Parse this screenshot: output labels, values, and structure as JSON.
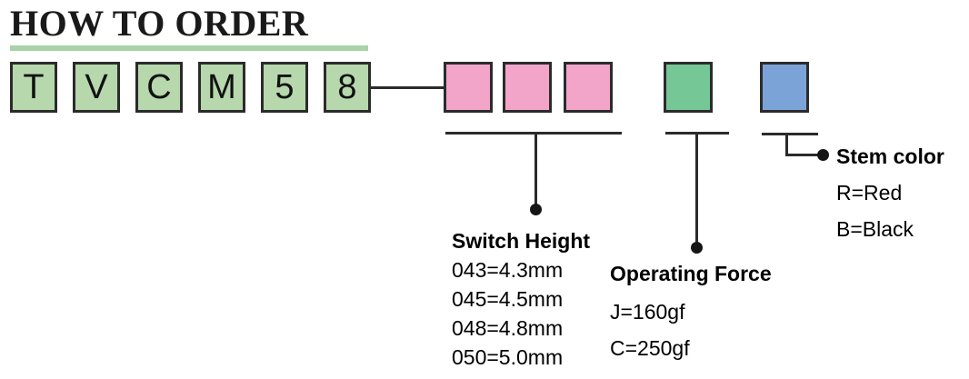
{
  "title": "HOW TO ORDER",
  "colors": {
    "code_box_fill": "#b6d8ac",
    "pink_box_fill": "#f2a5c8",
    "green_box_fill": "#75c795",
    "blue_box_fill": "#7ba3d8",
    "border": "#2b2b2b",
    "underline": "#a8d2a8"
  },
  "part_number": {
    "code_boxes": [
      {
        "label": "T"
      },
      {
        "label": "V"
      },
      {
        "label": "C"
      },
      {
        "label": "M"
      },
      {
        "label": "5"
      },
      {
        "label": "8"
      }
    ],
    "option_boxes": [
      {
        "name": "switch-height-digit-1",
        "color": "#f2a5c8"
      },
      {
        "name": "switch-height-digit-2",
        "color": "#f2a5c8"
      },
      {
        "name": "switch-height-digit-3",
        "color": "#f2a5c8"
      },
      {
        "name": "operating-force",
        "color": "#75c795"
      },
      {
        "name": "stem-color",
        "color": "#7ba3d8"
      }
    ]
  },
  "annotations": {
    "switch_height": {
      "title": "Switch Height",
      "options": [
        "043=4.3mm",
        "045=4.5mm",
        "048=4.8mm",
        "050=5.0mm"
      ]
    },
    "operating_force": {
      "title": "Operating Force",
      "options": [
        "J=160gf",
        "C=250gf"
      ]
    },
    "stem_color": {
      "title": "Stem color",
      "options": [
        "R=Red",
        "B=Black"
      ]
    }
  }
}
